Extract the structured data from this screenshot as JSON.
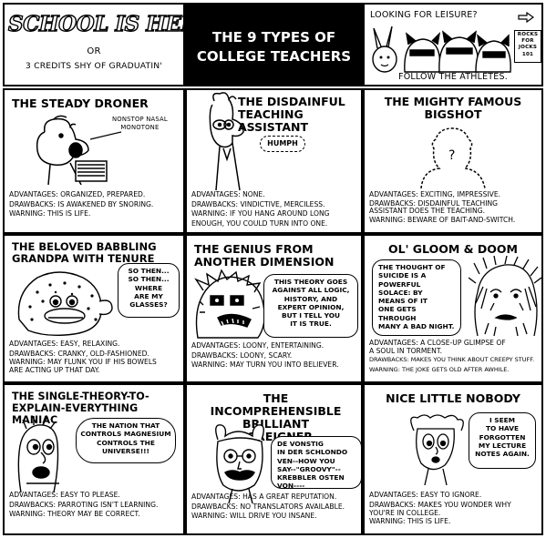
{
  "header": {
    "logo": "SCHOOL IS HELL",
    "or": "OR",
    "subtitle": "3 CREDITS SHY OF GRADUATIN'",
    "main_title": "THE 9 TYPES OF\nCOLLEGE TEACHERS",
    "ad": {
      "question": "LOOKING FOR LEISURE?",
      "sign": "ROCKS\nFOR\nJOCKS\n101",
      "follow": "FOLLOW THE ATHLETES."
    }
  },
  "panels": [
    {
      "title": "THE STEADY DRONER",
      "caption": "NONSTOP NASAL\nMONOTONE",
      "advantages": "ADVANTAGES: ORGANIZED, PREPARED.",
      "drawbacks": "DRAWBACKS: IS AWAKENED BY SNORING.",
      "warning": "WARNING: THIS IS LIFE."
    },
    {
      "title": "THE DISDAINFUL\nTEACHING ASSISTANT",
      "bubble": "HUMPH",
      "advantages": "ADVANTAGES: NONE.",
      "drawbacks": "DRAWBACKS: VINDICTIVE, MERCILESS.",
      "warning": "WARNING: IF YOU HANG AROUND LONG\nENOUGH, YOU COULD TURN INTO ONE."
    },
    {
      "title": "THE MIGHTY FAMOUS\nBIGSHOT",
      "mark": "?",
      "advantages": "ADVANTAGES: EXCITING, IMPRESSIVE.",
      "drawbacks": "DRAWBACKS: DISDAINFUL TEACHING\nASSISTANT DOES THE TEACHING.",
      "warning": "WARNING: BEWARE OF BAIT-AND-SWITCH."
    },
    {
      "title": "THE BELOVED BABBLING\nGRANDPA WITH TENURE",
      "bubble": "SO THEN...\nSO THEN...\nWHERE\nARE MY\nGLASSES?",
      "advantages": "ADVANTAGES: EASY, RELAXING.",
      "drawbacks": "DRAWBACKS: CRANKY, OLD-FASHIONED.",
      "warning": "WARNING: MAY FLUNK YOU IF HIS BOWELS\nARE ACTING UP THAT DAY."
    },
    {
      "title": "THE GENIUS FROM\nANOTHER DIMENSION",
      "bubble": "THIS THEORY GOES\nAGAINST ALL LOGIC,\nHISTORY, AND\nEXPERT OPINION,\nBUT I TELL YOU\nIT IS TRUE.",
      "advantages": "ADVANTAGES: LOONY, ENTERTAINING.",
      "drawbacks": "DRAWBACKS: LOONY, SCARY.",
      "warning": "WARNING: MAY TURN YOU INTO BELIEVER."
    },
    {
      "title": "OL' GLOOM & DOOM",
      "bubble": "THE THOUGHT OF\nSUICIDE IS A\nPOWERFUL\nSOLACE: BY\nMEANS OF IT\nONE GETS THROUGH\nMANY A BAD NIGHT.",
      "advantages": "ADVANTAGES: A CLOSE-UP GLIMPSE OF\nA SOUL IN TORMENT.",
      "drawbacks": "DRAWBACKS: MAKES YOU THINK ABOUT CREEPY STUFF.",
      "warning": "WARNING: THE JOKE GETS OLD AFTER AWHILE."
    },
    {
      "title": "THE SINGLE-THEORY-TO-\nEXPLAIN-EVERYTHING MANIAC",
      "bubble": "THE NATION THAT\nCONTROLS MAGNESIUM\nCONTROLS THE\nUNIVERSE!!!",
      "advantages": "ADVANTAGES: EASY TO PLEASE.",
      "drawbacks": "DRAWBACKS: PARROTING ISN'T LEARNING.",
      "warning": "WARNING: THEORY MAY BE CORRECT."
    },
    {
      "title": "THE INCOMPREHENSIBLE\nBRILLIANT\nFOREIGNER",
      "bubble": "DE VONSTIG\nIN DER SCHLONDO\nVEN--HOW YOU\nSAY--\"GROOVY\"--\nKREBBLER OSTEN VON----",
      "advantages": "ADVANTAGES: HAS A GREAT REPUTATION.",
      "drawbacks": "DRAWBACKS: NO TRANSLATORS AVAILABLE.",
      "warning": "WARNING: WILL DRIVE YOU INSANE."
    },
    {
      "title": "NICE LITTLE NOBODY",
      "bubble": "I SEEM\nTO HAVE\nFORGOTTEN\nMY LECTURE\nNOTES AGAIN.",
      "advantages": "ADVANTAGES: EASY TO IGNORE.",
      "drawbacks": "DRAWBACKS: MAKES YOU WONDER WHY\nYOU'RE IN COLLEGE.",
      "warning": "WARNING: THIS IS LIFE."
    }
  ]
}
